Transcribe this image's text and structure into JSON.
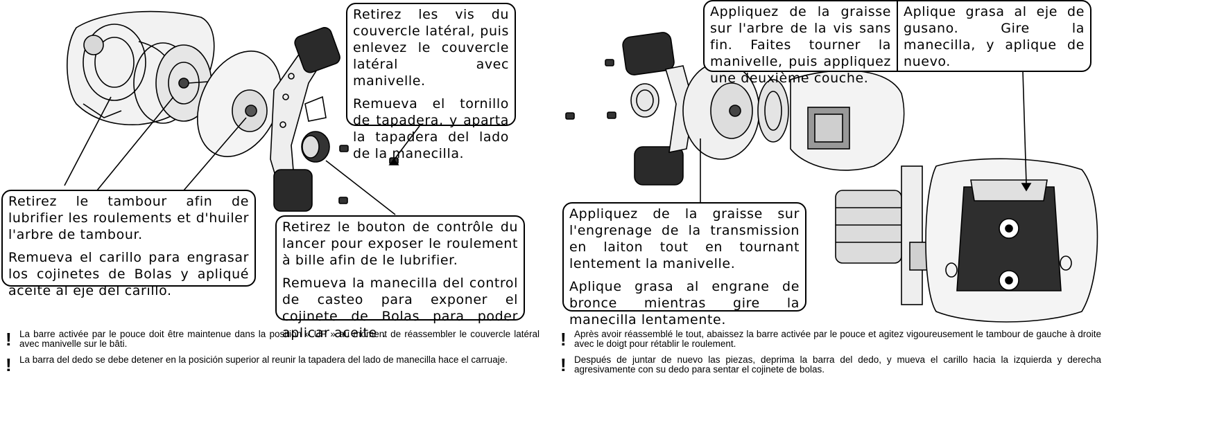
{
  "callouts": {
    "side_cover": {
      "fr": "Retirez les vis du couvercle latéral, puis enlevez le couvercle latéral avec manivelle.",
      "es": "Remueva el tornillo de tapadera, y aparta la tapadera del lado de la manecilla."
    },
    "spool": {
      "fr": "Retirez le tambour afin de lubrifier les roulements et d'huiler l'arbre de tambour.",
      "es": "Remueva el carillo para engrasar los cojinetes de Bolas y apliqué aceite al eje del carillo."
    },
    "cast_control": {
      "fr": "Retirez le bouton de contrôle du lancer pour exposer le roulement à bille afin de le lubrifier.",
      "es": "Remueva la manecilla del control de casteo para exponer el cojinete de Bolas para poder aplicar aceite ."
    },
    "worm_shaft": {
      "fr": "Appliquez de la graisse sur l'arbre de la vis sans fin. Faites tourner la manivelle, puis appliquez une deuxième couche.",
      "es": "Aplique grasa al eje de gusano. Gire la manecilla, y aplique de nuevo."
    },
    "drive_gear": {
      "fr": "Appliquez de la graisse sur l'engrenage de la transmission en laiton tout en tournant lentement la manivelle.",
      "es": "Aplique grasa al engrane de bronce mientras gire la manecilla lentamente."
    }
  },
  "notes": {
    "left_fr": "La barre activée par le pouce doit être maintenue dans la position « UP » au moment de réassembler le couvercle latéral avec manivelle sur le bâti.",
    "left_es": "La barra del dedo se debe detener en la posición superior al reunir la tapadera del lado de manecilla hace el carruaje.",
    "right_fr": "Après avoir réassemblé le tout, abaissez la barre activée par le pouce et agitez vigoureusement le tambour de gauche à droite avec le doigt pour rétablir le roulement.",
    "right_es": "Después de juntar de nuevo las piezas, deprima la barra del dedo, y mueva el carillo hacia la izquierda y derecha agresivamente con su dedo para sentar el cojinete de bolas."
  }
}
